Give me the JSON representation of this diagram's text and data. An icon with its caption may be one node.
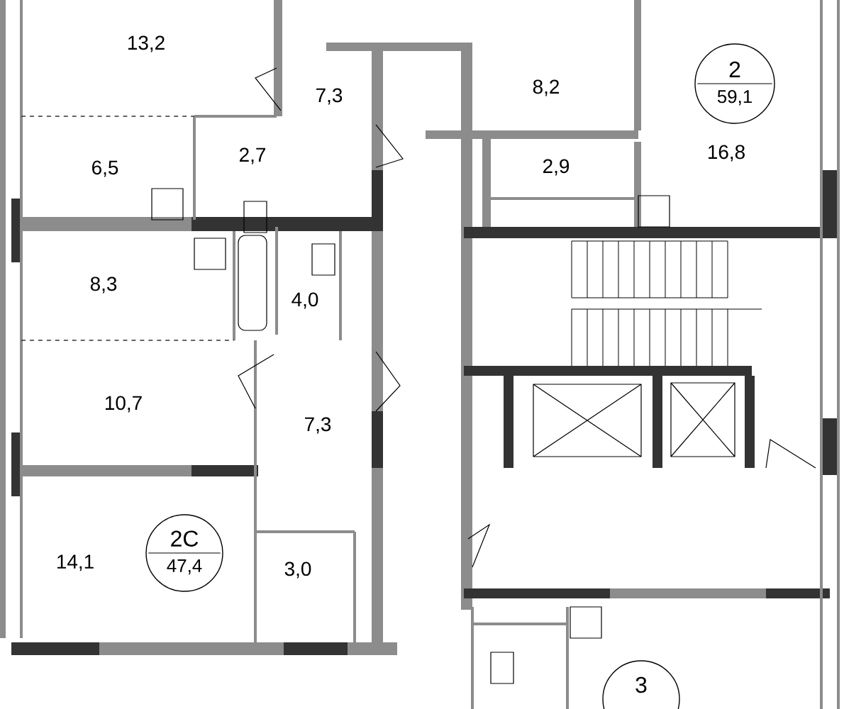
{
  "diagram": {
    "nodes": [
      {
        "text": [
          "2",
          "59,1"
        ]
      },
      {
        "text": [
          "2С",
          "47,4"
        ]
      },
      {
        "text": [
          "3"
        ]
      }
    ],
    "labels": [
      "13,2",
      "7,3",
      "8,2",
      "6,5",
      "2,7",
      "2,9",
      "16,8",
      "8,3",
      "4,0",
      "10,7",
      "7,3",
      "14,1",
      "3,0"
    ]
  }
}
